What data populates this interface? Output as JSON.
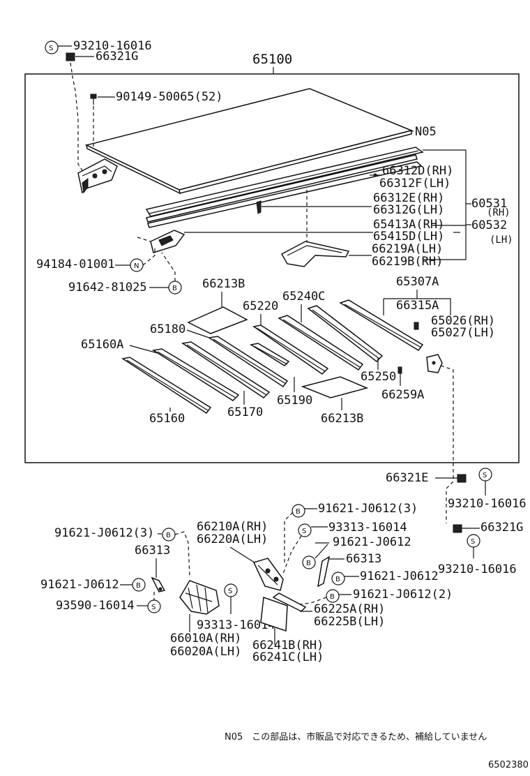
{
  "main_part": "65100",
  "callouts": {
    "c01": "93210-16016",
    "c02": "66321G",
    "c03": "90149-50065(52)",
    "c04": "N05",
    "c05": "66312D(RH)",
    "c06": "66312F(LH)",
    "c07": "66312E(RH)",
    "c08": "66312G(LH)",
    "c09": "65413A(RH)",
    "c10": "65415D(LH)",
    "c11": "66219A(LH)",
    "c12": "66219B(RH)",
    "c13": "60531",
    "c14": "(RH)",
    "c15": "60532",
    "c16": "(LH)",
    "c17": "94184-01001",
    "c18": "91642-81025",
    "c19": "66213B",
    "c20": "65240C",
    "c21": "65307A",
    "c22": "65220",
    "c23": "66315A",
    "c24": "65180",
    "c25": "65026(RH)",
    "c26": "65027(LH)",
    "c27": "65160A",
    "c28": "65250",
    "c29": "66259A",
    "c30": "65190",
    "c31": "65160",
    "c32": "65170",
    "c33": "66213B",
    "c34": "66321E",
    "c35": "93210-16016",
    "c36": "66321G",
    "c37": "93210-16016",
    "c38": "91621-J0612(3)",
    "c39": "66210A(RH)",
    "c40": "66220A(LH)",
    "c41": "93313-16014",
    "c42": "91621-J0612",
    "c43": "66313",
    "c44": "91621-J0612(3)",
    "c45": "66313",
    "c46": "91621-J0612",
    "c47": "91621-J0612",
    "c48": "91621-J0612(2)",
    "c49": "93590-16014",
    "c50": "66225A(RH)",
    "c51": "66225B(LH)",
    "c52": "93313-16014",
    "c53": "66010A(RH)",
    "c54": "66020A(LH)",
    "c55": "66241B(RH)",
    "c56": "66241C(LH)"
  },
  "symbols": {
    "s": "S",
    "b": "B",
    "n": "N"
  },
  "footnote": "N05　この部品は、市販品で対応できるため、補給していません",
  "figure_code": "6502380"
}
